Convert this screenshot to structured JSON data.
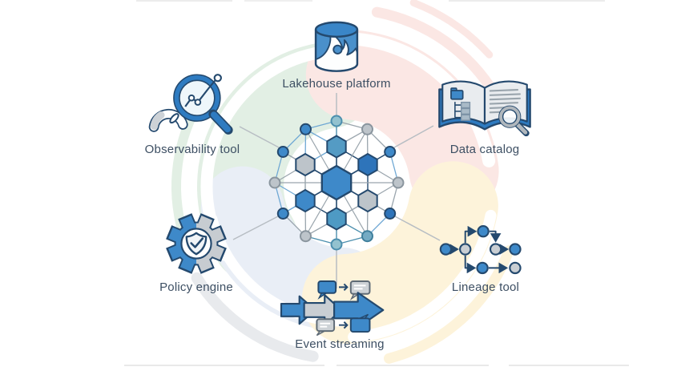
{
  "diagram": {
    "type": "hub-and-spoke",
    "hub": {
      "name": "data-mesh-network-graphic"
    },
    "spokes": [
      {
        "label": "Lakehouse platform",
        "icon": "database-wave-icon",
        "position": "top"
      },
      {
        "label": "Observability tool",
        "icon": "magnifier-chart-gauge-icon",
        "position": "upper-left"
      },
      {
        "label": "Data catalog",
        "icon": "open-book-magnifier-icon",
        "position": "upper-right"
      },
      {
        "label": "Policy engine",
        "icon": "gear-shield-check-icon",
        "position": "lower-left"
      },
      {
        "label": "Lineage tool",
        "icon": "flow-graph-nodes-icon",
        "position": "lower-right"
      },
      {
        "label": "Event streaming",
        "icon": "stream-arrows-messages-icon",
        "position": "bottom"
      }
    ],
    "palette": {
      "blue": "#3e89c9",
      "dark_blue": "#2e74ba",
      "navy": "#24496e",
      "teal": "#4e9ac4",
      "teal_light": "#93c2cf",
      "teal_mid": "#74abc4",
      "node_gray": "#bdc4ca",
      "line_gray": "#9aa5ad",
      "line_blue": "#6fa8d4",
      "line_teal": "#4c8fae",
      "connector_gray": "#b7bdc3",
      "label_color": "#3d4f63",
      "bg_green": "#e2efe4",
      "bg_pink": "#fbe7e4",
      "bg_blue": "#e9eef6",
      "bg_yellow": "#fdf3da",
      "bg_gray": "#e8eaed"
    }
  }
}
